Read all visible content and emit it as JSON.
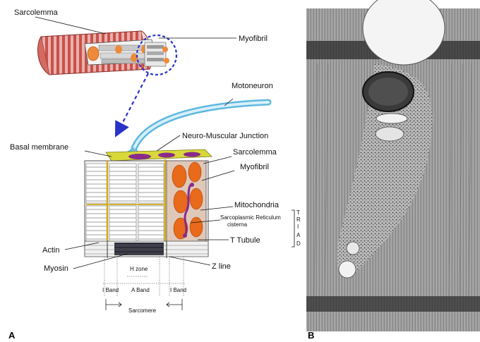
{
  "panel_a": {
    "letter": "A",
    "labels": {
      "sarcolemma_top": "Sarcolemma",
      "myofibril_top": "Myofibril",
      "motoneuron": "Motoneuron",
      "neuromuscular_junction": "Neuro-Muscular Junction",
      "basal_membrane": "Basal membrane",
      "sarcolemma": "Sarcolemma",
      "myofibril": "Myofibril",
      "mitochondria": "Mitochondria",
      "sarcoplasmic_reticulum": "Sarcoplasmic Reticulum",
      "cisterna": "cisterna",
      "t_tubule": "T Tubule",
      "actin": "Actin",
      "myosin": "Myosin",
      "z_line": "Z line",
      "h_zone": "H zone",
      "i_band_left": "I Band",
      "a_band": "A Band",
      "i_band_right": "I Band",
      "sarcomere": "Sarcomere",
      "triad_letters": [
        "T",
        "R",
        "I",
        "A",
        "D"
      ]
    }
  },
  "panel_b": {
    "letter": "B"
  },
  "colors": {
    "fiber_red": "#c8524a",
    "fiber_pink": "#e9b0ad",
    "mito_orange": "#e86a1a",
    "sr_purple": "#8a2a8a",
    "basal_yellow": "#d8d83a",
    "arrow_blue": "#2a33c8",
    "nerve_blue": "#5fb8e0"
  }
}
